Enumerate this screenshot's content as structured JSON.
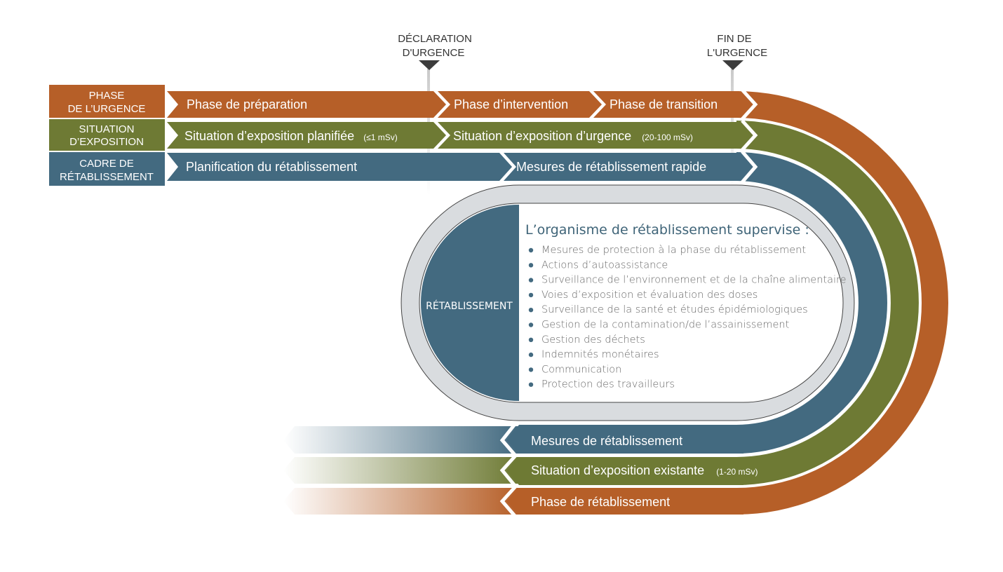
{
  "colors": {
    "orange": "#b65f28",
    "green": "#6e7a34",
    "blue": "#436a80",
    "grey_ring": "#d9dcdf",
    "marker": "#3c3c3c",
    "title_text": "#3f6478",
    "list_text": "#6a6a6a"
  },
  "markers": [
    {
      "id": "declaration",
      "lines": [
        "DÉCLARATION",
        "D'URGENCE"
      ]
    },
    {
      "id": "fin",
      "lines": [
        "FIN DE",
        "L'URGENCE"
      ]
    }
  ],
  "rows": [
    {
      "id": "phase",
      "label_lines": [
        "PHASE",
        "DE L’URGENCE"
      ],
      "color": "orange",
      "segments": [
        {
          "text": "Phase de préparation",
          "small": ""
        },
        {
          "text": "Phase d’intervention",
          "small": ""
        },
        {
          "text": "Phase de transition",
          "small": ""
        }
      ],
      "return_text": "Phase de rétablissement",
      "return_small": ""
    },
    {
      "id": "situation",
      "label_lines": [
        "SITUATION",
        "D’EXPOSITION"
      ],
      "color": "green",
      "segments": [
        {
          "text": "Situation d’exposition planifiée",
          "small": "(≤1 mSv)"
        },
        {
          "text": "Situation d’exposition d’urgence",
          "small": "(20-100 mSv)"
        }
      ],
      "return_text": "Situation d’exposition existante",
      "return_small": "(1-20 mSv)"
    },
    {
      "id": "cadre",
      "label_lines": [
        "CADRE DE",
        "RÉTABLISSEMENT"
      ],
      "color": "blue",
      "segments": [
        {
          "text": "Planification du rétablissement",
          "small": ""
        },
        {
          "text": "Mesures de rétablissement rapide",
          "small": ""
        }
      ],
      "return_text": "Mesures de rétablissement",
      "return_small": ""
    }
  ],
  "center": {
    "label": "RÉTABLISSEMENT",
    "title": "L’organisme de rétablissement supervise :",
    "items": [
      "Mesures de protection à la phase du rétablissement",
      "Actions d’autoassistance",
      "Surveillance de l’environnement et de la chaîne alimentaire",
      "Voies d’exposition et évaluation des doses",
      "Surveillance de la santé et études épidémiologiques",
      "Gestion de la contamination/de l’assainissement",
      "Gestion des déchets",
      "Indemnités monétaires",
      "Communication",
      "Protection des travailleurs"
    ]
  }
}
